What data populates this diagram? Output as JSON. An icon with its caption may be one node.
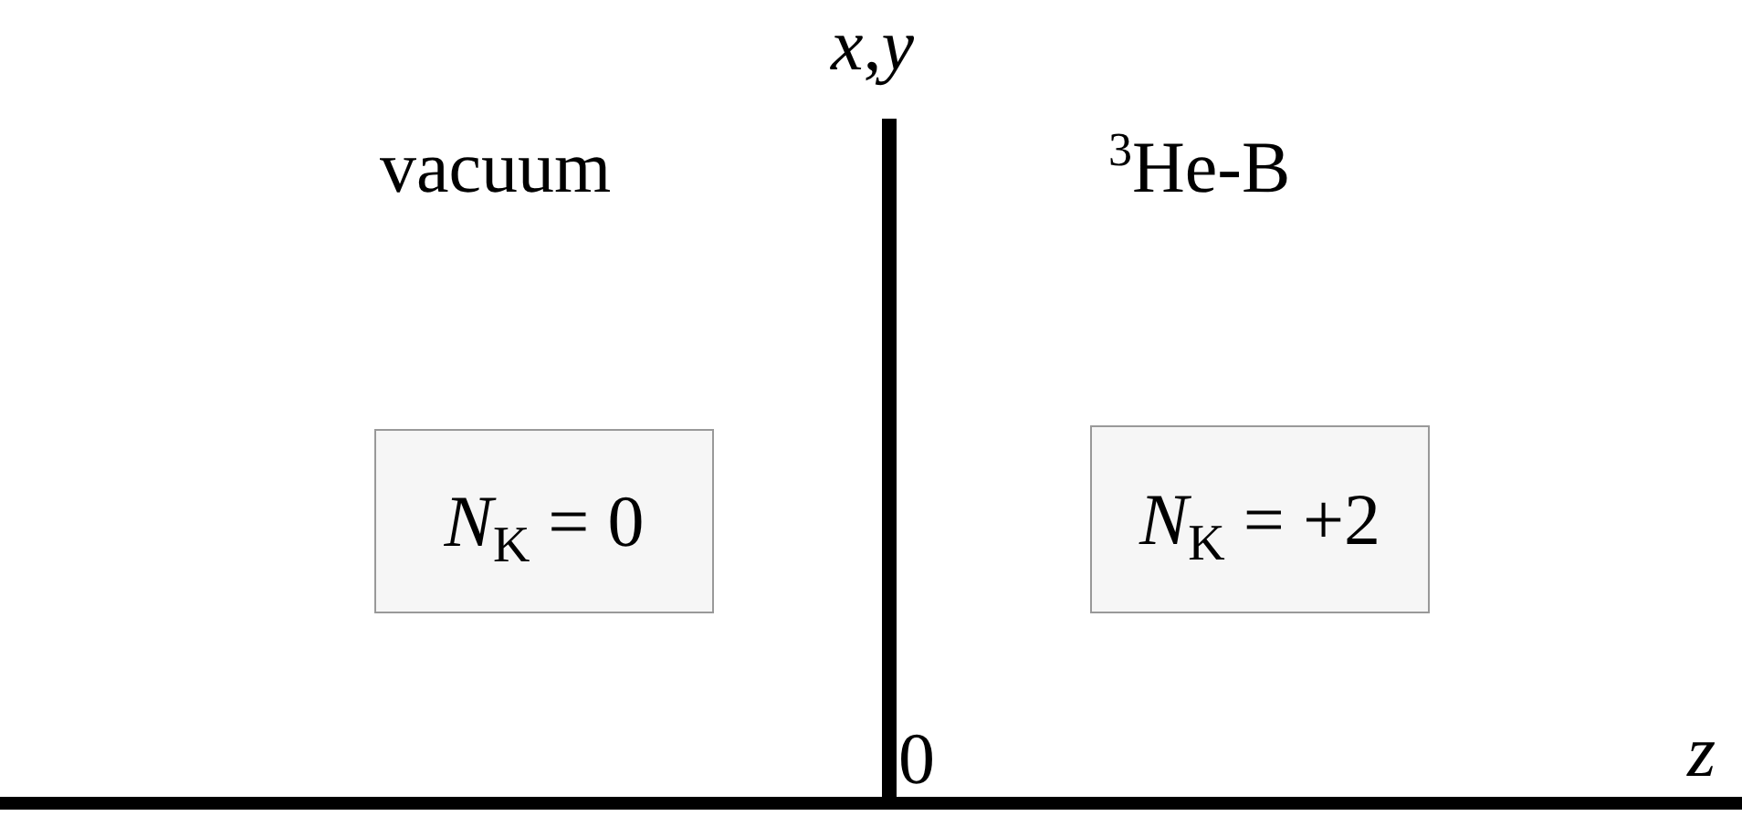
{
  "diagram": {
    "nodes": [
      {
        "text": [
          "*N*$_{K}$ = 0"
        ]
      },
      {
        "text": [
          "*N*$_{K}$ = +2"
        ]
      }
    ],
    "labels": [
      "*x*,*y*",
      "vacuum",
      "$^{3}$He-B",
      "0",
      "*z*"
    ]
  }
}
